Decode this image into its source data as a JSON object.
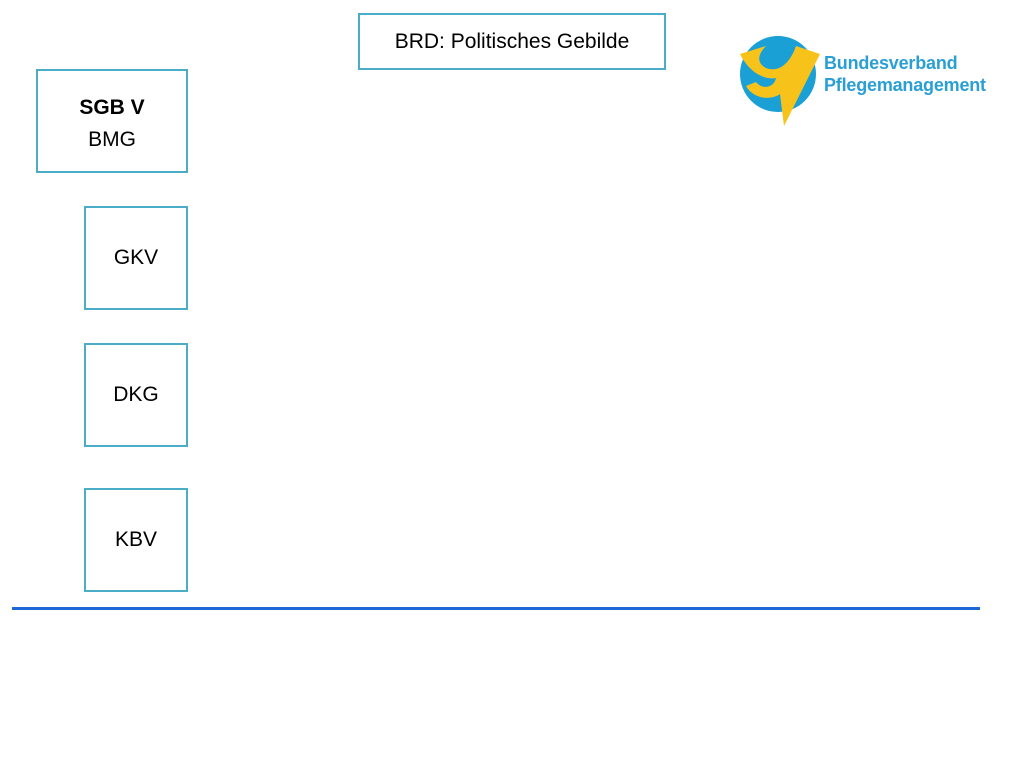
{
  "diagram": {
    "title": "BRD: Politisches Gebilde",
    "sgb": {
      "law": "SGB V",
      "ministry": "BMG"
    },
    "nodes": [
      "GKV",
      "DKG",
      "KBV"
    ]
  },
  "logo": {
    "line1": "Bundesverband",
    "line2": "Pflegemanagement",
    "icon": "bundesverband-pflegemanagement-logo",
    "colors": {
      "circle": "#1ba0d6",
      "arrow": "#f7c21a",
      "text": "#2a9fd6"
    }
  },
  "colors": {
    "box_border": "#4aacc6",
    "divider": "#1f66d8"
  }
}
